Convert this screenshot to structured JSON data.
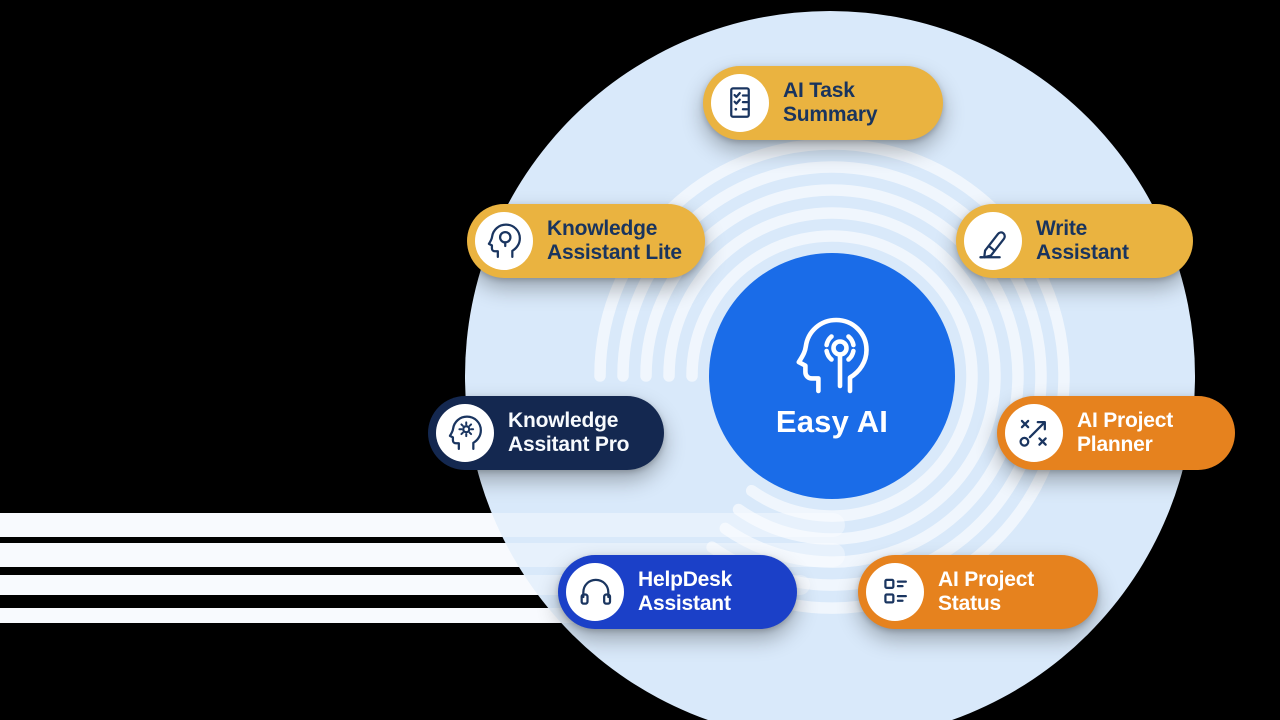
{
  "page": {
    "background": "#000000"
  },
  "scene": {
    "bg_circle_color": "#D9E9FA",
    "ring_color": "rgba(255,255,255,0.60)",
    "stripe_color": "#F4F8FE",
    "stripe_faint_color": "rgba(255,255,255,0.36)"
  },
  "center": {
    "label": "Easy AI",
    "icon": "ai-head-broadcast-icon",
    "circle_color": "#1A6CE8",
    "label_color": "#FFFFFF"
  },
  "badges": [
    {
      "id": "ai-task-summary",
      "lines": [
        "AI Task",
        "Summary"
      ],
      "icon": "checklist-icon",
      "bg_color": "#EAB340",
      "text_color": "#19345E"
    },
    {
      "id": "knowledge-assistant-lite",
      "lines": [
        "Knowledge",
        "Assistant Lite"
      ],
      "icon": "head-idea-icon",
      "bg_color": "#EAB340",
      "text_color": "#19345E"
    },
    {
      "id": "write-assistant",
      "lines": [
        "Write",
        "Assistant"
      ],
      "icon": "pen-icon",
      "bg_color": "#EAB340",
      "text_color": "#19345E"
    },
    {
      "id": "knowledge-assitant-pro",
      "lines": [
        "Knowledge",
        "Assitant Pro"
      ],
      "icon": "head-gear-icon",
      "bg_color": "#142850",
      "text_color": "#F7FAFD"
    },
    {
      "id": "ai-project-planner",
      "lines": [
        "AI Project",
        "Planner"
      ],
      "icon": "strategy-icon",
      "bg_color": "#E6821E",
      "text_color": "#FFFFFF"
    },
    {
      "id": "helpdesk-assistant",
      "lines": [
        "HelpDesk",
        "Assistant"
      ],
      "icon": "headphones-icon",
      "bg_color": "#1B40C8",
      "text_color": "#FFFFFF"
    },
    {
      "id": "ai-project-status",
      "lines": [
        "AI Project",
        "Status"
      ],
      "icon": "status-list-icon",
      "bg_color": "#E6821E",
      "text_color": "#FFFFFF"
    }
  ]
}
